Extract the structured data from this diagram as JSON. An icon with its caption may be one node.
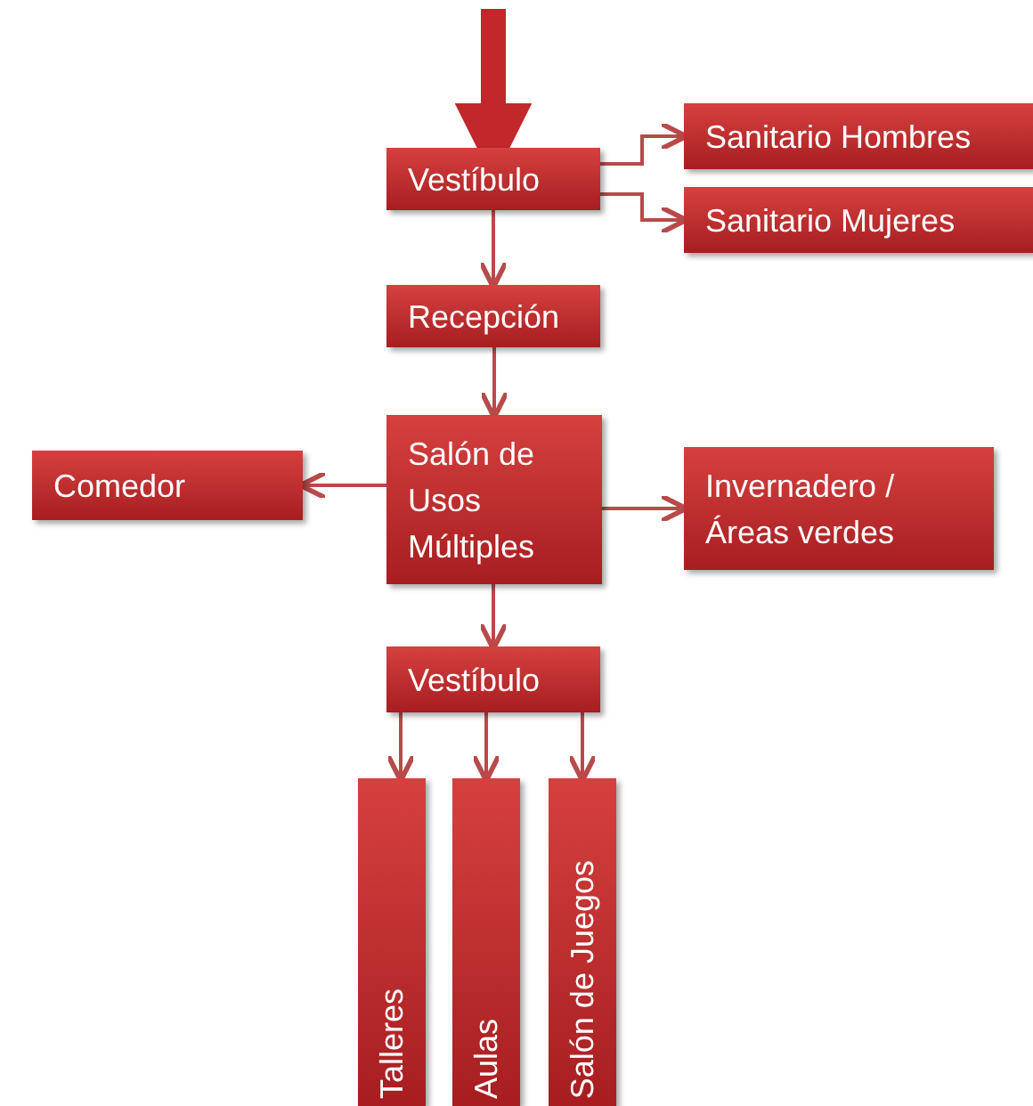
{
  "diagram": {
    "nodes": [
      {
        "text": [
          "Vestíbulo"
        ]
      },
      {
        "text": [
          "Sanitario Hombres"
        ]
      },
      {
        "text": [
          "Sanitario Mujeres"
        ]
      },
      {
        "text": [
          "Recepción"
        ]
      },
      {
        "text": [
          "Salón de Usos Múltiples"
        ]
      },
      {
        "text": [
          "Comedor"
        ]
      },
      {
        "text": [
          "Invernadero / Áreas verdes"
        ]
      },
      {
        "text": [
          "Vestíbulo"
        ]
      },
      {
        "text": [
          "Talleres"
        ]
      },
      {
        "text": [
          "Aulas"
        ]
      },
      {
        "text": [
          "Salón de Juegos"
        ]
      }
    ],
    "edges": [
      {
        "from": null,
        "to": 0,
        "arrow": "to",
        "style": "thick"
      },
      {
        "from": 0,
        "to": 1,
        "arrow": "to"
      },
      {
        "from": 0,
        "to": 2,
        "arrow": "to"
      },
      {
        "from": 0,
        "to": 3,
        "arrow": "to"
      },
      {
        "from": 3,
        "to": 4,
        "arrow": "to"
      },
      {
        "from": 4,
        "to": 5,
        "arrow": "to"
      },
      {
        "from": 4,
        "to": 6,
        "arrow": "to"
      },
      {
        "from": 4,
        "to": 7,
        "arrow": "to"
      },
      {
        "from": 7,
        "to": 8,
        "arrow": "to"
      },
      {
        "from": 7,
        "to": 9,
        "arrow": "to"
      },
      {
        "from": 7,
        "to": 10,
        "arrow": "to"
      }
    ]
  }
}
